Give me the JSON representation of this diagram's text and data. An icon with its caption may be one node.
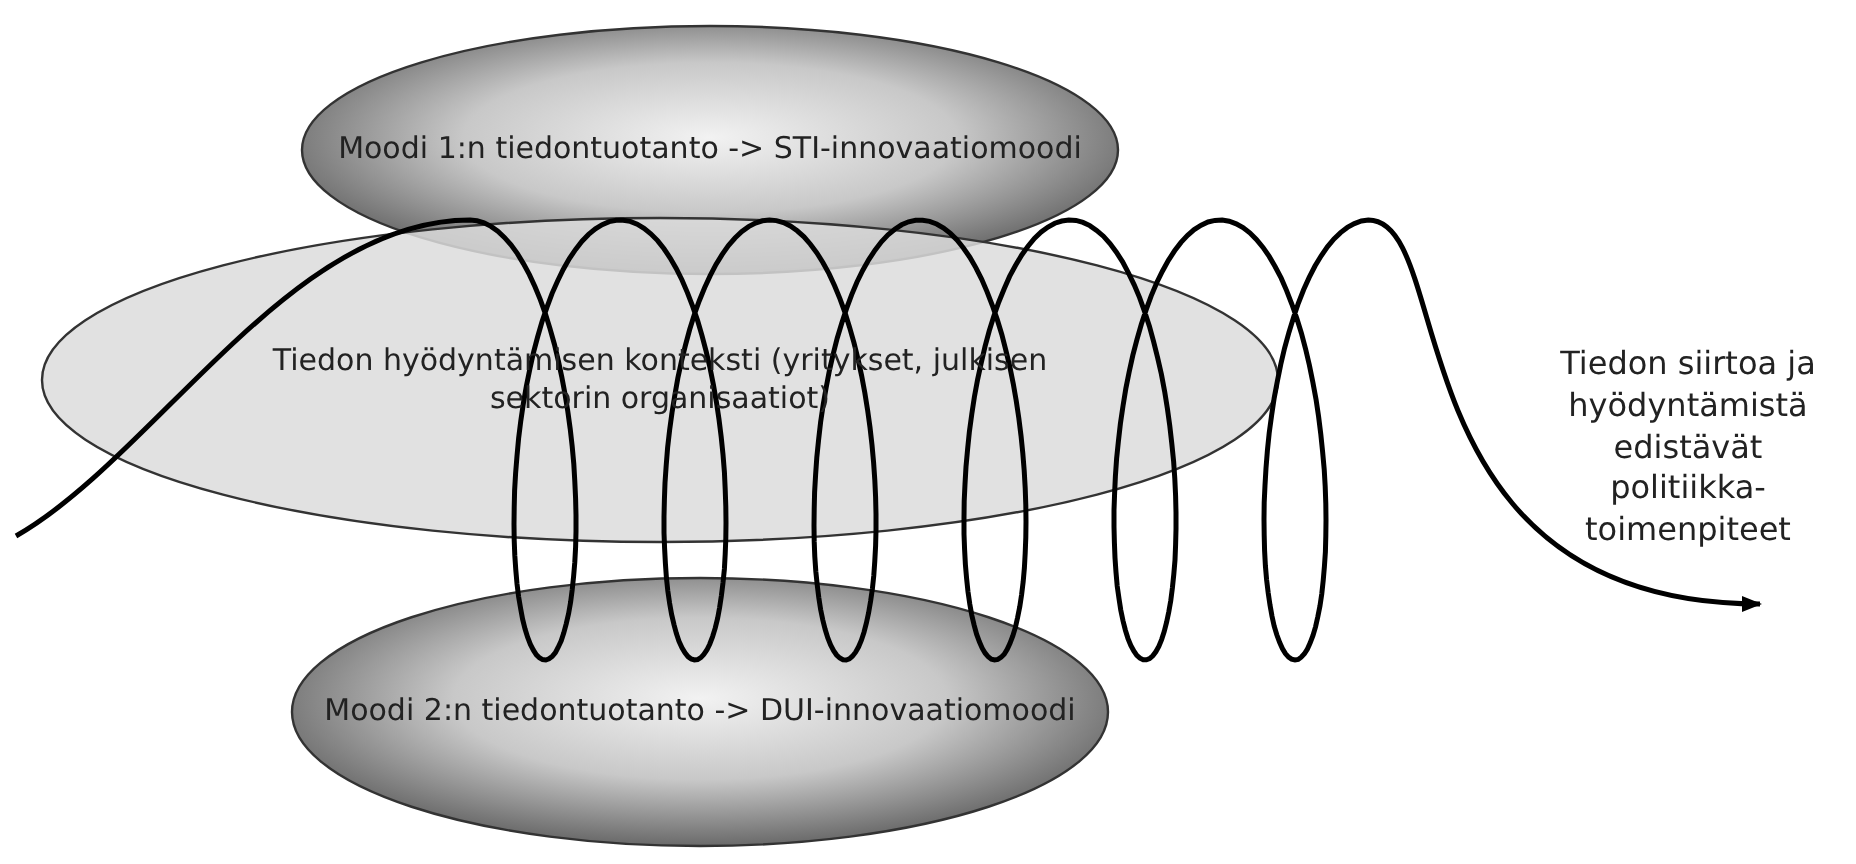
{
  "diagram": {
    "nodes": [
      {
        "text": [
          "Moodi 1:n tiedontuotanto -> STI-innovaatiomoodi"
        ]
      },
      {
        "text": [
          "Tiedon hyödyntämisen konteksti (yritykset, julkisen sektorin organisaatiot)"
        ]
      },
      {
        "text": [
          "Moodi 2:n tiedontuotanto -> DUI-innovaatiomoodi"
        ]
      },
      {
        "text": [
          "Tiedon siirtoa ja hyödyntämistä edistävät politiikka-toimenpiteet"
        ]
      }
    ],
    "edges": [
      {
        "from": null,
        "to": 3,
        "arrow": "to"
      }
    ]
  }
}
